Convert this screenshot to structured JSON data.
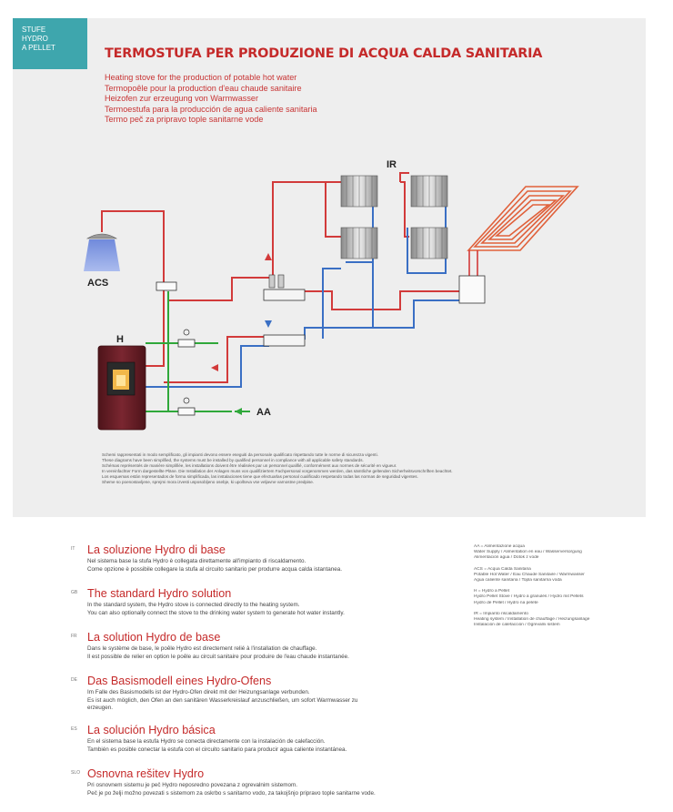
{
  "badge": {
    "line1": "STUFE",
    "line2": "HYDRO",
    "line3": "A PELLET"
  },
  "title": "TERMOSTUFA PER PRODUZIONE DI ACQUA CALDA SANITARIA",
  "subtitles": [
    "Heating stove for the production of potable hot water",
    "Termopoêle pour la production d'eau chaude sanitaire",
    "Heizofen zur erzeugung von Warmwasser",
    "Termoestufa para la producción de agua caliente sanitaria",
    "Termo peč za pripravo tople sanitarne vode"
  ],
  "diagram": {
    "label_ir": "IR",
    "label_acs": "ACS",
    "label_h": "H",
    "label_aa": "AA",
    "colors": {
      "hot": "#d23a3a",
      "return": "#3a6fc4",
      "cold": "#2fa83a",
      "stove": "#6b1e24",
      "floor": "#e0603a"
    }
  },
  "disclaimer": [
    "Schemi rappresentati in modo semplificato, gli impianti devono essere eseguiti da personale qualificato rispettando tutte le norme di sicurezza vigenti.",
    "These diagrams have been simplified, the systems must be installed by qualified personnel in compliance with all applicable safety standards.",
    "Schémas représentés de manière simplifiée, les installations doivent être réalisées par un personnel qualifié, conformément aux normes de sécurité en vigueur.",
    "In vereinfachter Form dargestellte Pläne. Die Installation der Anlagen muss von qualifiziertem Fachpersonal vorgenommen werden, das sämtliche geltenden Sicherheitsvorschriften beachtet.",
    "Los esquemas están representados de forma simplificada, las instalaciones tiene que efectuarlas personal cualificado respetando todas las normas de seguridad vigentes.",
    "Sheme so poenostavljene, sprejmi mora izvesti usposobljeno osebje, ki upošteva vse veljavne varnostne predpise."
  ],
  "sections": [
    {
      "code": "IT",
      "heading": "La soluzione Hydro di base",
      "lines": [
        "Nel sistema base la stufa Hydro è collegata direttamente all'impianto di riscaldamento.",
        "Come opzione è possibile collegare la stufa al circuito sanitario per produrre acqua calda istantanea."
      ]
    },
    {
      "code": "GB",
      "heading": "The standard Hydro solution",
      "lines": [
        "In the standard system, the Hydro stove is connected directly to the heating system.",
        "You can also optionally connect the stove to the drinking water system to generate hot water instantly."
      ]
    },
    {
      "code": "FR",
      "heading": "La solution Hydro de base",
      "lines": [
        "Dans le système de base, le poêle Hydro est directement relié à l'installation de chauffage.",
        "Il est possible de relier en option le poêle au circuit sanitaire pour produire de l'eau chaude instantanée."
      ]
    },
    {
      "code": "DE",
      "heading": "Das Basismodell eines Hydro-Ofens",
      "lines": [
        "Im Falle des Basismodells ist der Hydro-Ofen direkt mit der Heizungsanlage verbunden.",
        "Es ist auch möglich, den Ofen an den sanitären Wasserkreislauf anzuschließen, um sofort Warmwasser zu",
        "erzeugen."
      ]
    },
    {
      "code": "ES",
      "heading": "La solución Hydro básica",
      "lines": [
        "En el sistema base la estufa Hydro se conecta directamente con la instalación de calefacción.",
        "También es posible conectar la estufa con el circuito sanitario para producir agua caliente instantánea."
      ]
    },
    {
      "code": "SLO",
      "heading": "Osnovna rešitev Hydro",
      "lines": [
        "Pri osnovnem sistemu je peč Hydro neposredno povezana z ogrevalnim sistemom.",
        "Peč je po želji možno povezati s sistemom za oskrbo s sanitarno vodo, za takojšnjo pripravo tople sanitarne vode."
      ]
    }
  ],
  "legend": [
    [
      "AA = Alimentazione acqua",
      "Water Supply / Alimentation en eau / Wasserversorgung",
      "Alimentación agua / Dotok z vode"
    ],
    [
      "ACS = Acqua Calda Sanitaria",
      "Potable Hot Water / Eau Chaude Sanitaire / Warmwasser",
      "Agua caliente sanitaria / Topla sanitarna voda"
    ],
    [
      "H = Hydro a Pellet",
      "Hydro Pellet Stove / Hydro à granulés / Hydro mit Pellets",
      "Hydro de Pellet / Hydro na pelete"
    ],
    [
      "IR = Impianto riscaldamento",
      "Heating system / Installation de chauffage / Heizungsanlage",
      "Instalación de calefacción / Ogrevalni sistem"
    ]
  ]
}
